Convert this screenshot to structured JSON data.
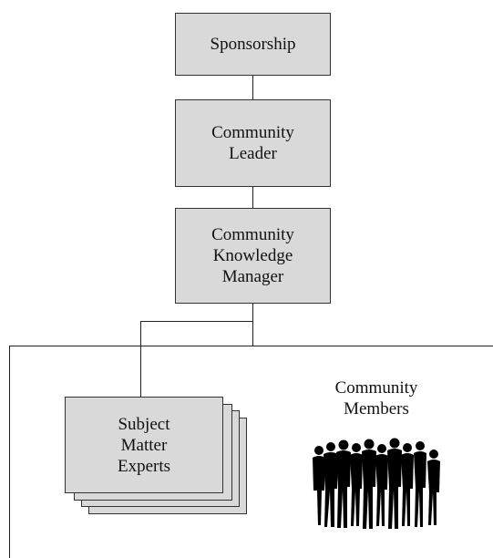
{
  "nodes": {
    "sponsorship": "Sponsorship",
    "community_leader": "Community\nLeader",
    "knowledge_manager": "Community\nKnowledge\nManager",
    "subject_matter_experts": "Subject\nMatter\nExperts"
  },
  "region": {
    "community_members": "Community\nMembers"
  },
  "icons": {
    "crowd": "people-silhouette-group"
  },
  "colors": {
    "box_fill": "#d9d9d9",
    "box_border": "#333333",
    "silhouette": "#000000"
  }
}
